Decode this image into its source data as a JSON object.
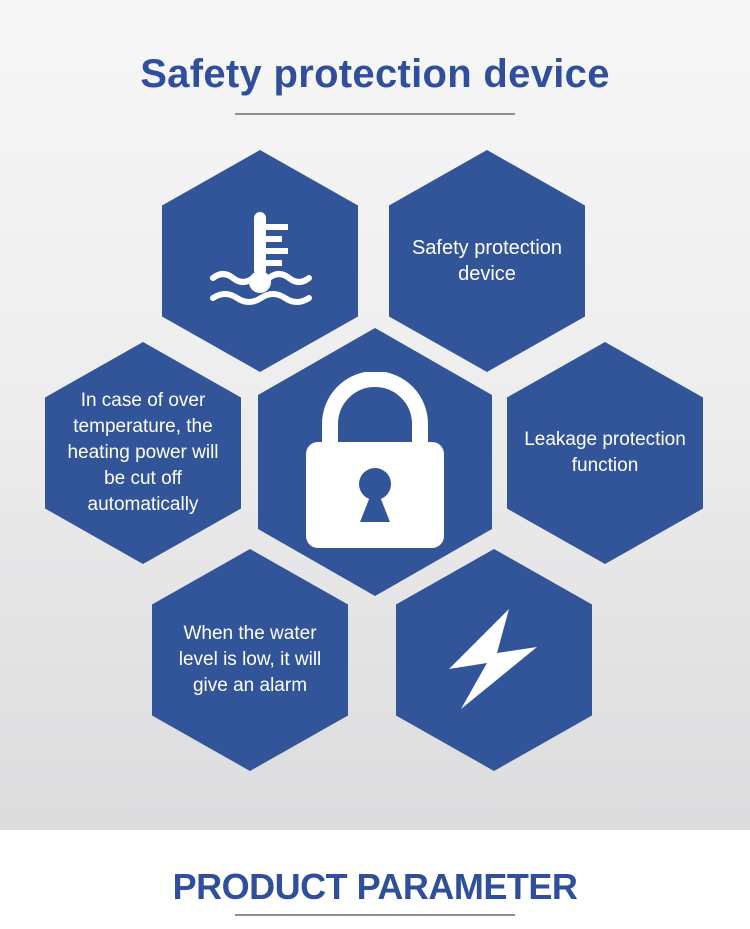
{
  "heading": {
    "title": "Safety protection device"
  },
  "hexagons": {
    "thermometer": {
      "icon": "thermometer-water-icon"
    },
    "safety": {
      "label": "Safety protection device"
    },
    "overtemp": {
      "label": "In case of over temperature, the heating power will be cut off automatically"
    },
    "lock": {
      "icon": "padlock-icon"
    },
    "leakage": {
      "label": "Leakage protection function"
    },
    "water_level": {
      "label": "When the water level is low, it will give an alarm"
    },
    "lightning": {
      "icon": "lightning-bolt-icon"
    }
  },
  "colors": {
    "hex_fill": "#32559a",
    "title": "#2f4f9c"
  },
  "footer": {
    "title": "PRODUCT PARAMETER"
  }
}
